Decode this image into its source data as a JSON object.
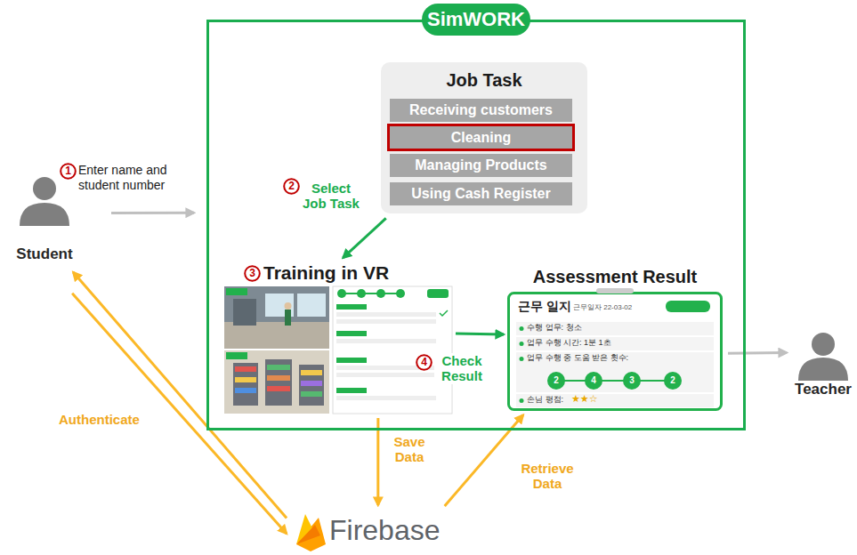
{
  "diagram": {
    "nodes": [
      {
        "text": [
          "Student"
        ]
      },
      {
        "text": [
          "SimWORK"
        ]
      },
      {
        "text": [
          "Job Task"
        ],
        "in": 1
      },
      {
        "text": [
          "Receiving customers"
        ],
        "in": 2
      },
      {
        "text": [
          "Cleaning"
        ],
        "in": 2
      },
      {
        "text": [
          "Managing Products"
        ],
        "in": 2
      },
      {
        "text": [
          "Using Cash Register"
        ],
        "in": 2
      },
      {
        "text": [
          "1"
        ]
      },
      {
        "text": [
          "2"
        ],
        "in": 1
      },
      {
        "text": [
          "3"
        ],
        "in": 1
      },
      {
        "text": [
          "Training in VR"
        ],
        "in": 1
      },
      {
        "text": [
          "4"
        ],
        "in": 1
      },
      {
        "text": [
          "Assessment Result"
        ],
        "in": 1
      },
      {
        "text": [
          "Teacher"
        ]
      },
      {
        "text": [
          "Firebase"
        ]
      }
    ],
    "edges": [
      {
        "from": 0,
        "to": 1,
        "arrow": "to"
      },
      {
        "from": 2,
        "to": 10,
        "arrow": "to"
      },
      {
        "from": 10,
        "to": 12,
        "arrow": "to"
      },
      {
        "from": 12,
        "to": 13,
        "arrow": "to"
      },
      {
        "from": 10,
        "to": 14,
        "label": "Save Data",
        "arrow": "to"
      },
      {
        "from": 14,
        "to": 12,
        "label": "Retrieve Data",
        "arrow": "to"
      },
      {
        "from": 14,
        "to": 0,
        "arrow": "to"
      },
      {
        "from": 0,
        "to": 14,
        "label": "Authenticate",
        "arrow": "to"
      }
    ],
    "labels": [
      "Enter name and student number",
      "Select Job Task",
      "Check Result",
      "근무 일지",
      "근무일자 22-03-02",
      "수행 업무: 청소",
      "업무 수행 시간: 1분 1초",
      "업무 수행 중 도움 받은 횟수:",
      "2",
      "4",
      "3",
      "2",
      "손님 평점:",
      "★★☆"
    ]
  }
}
